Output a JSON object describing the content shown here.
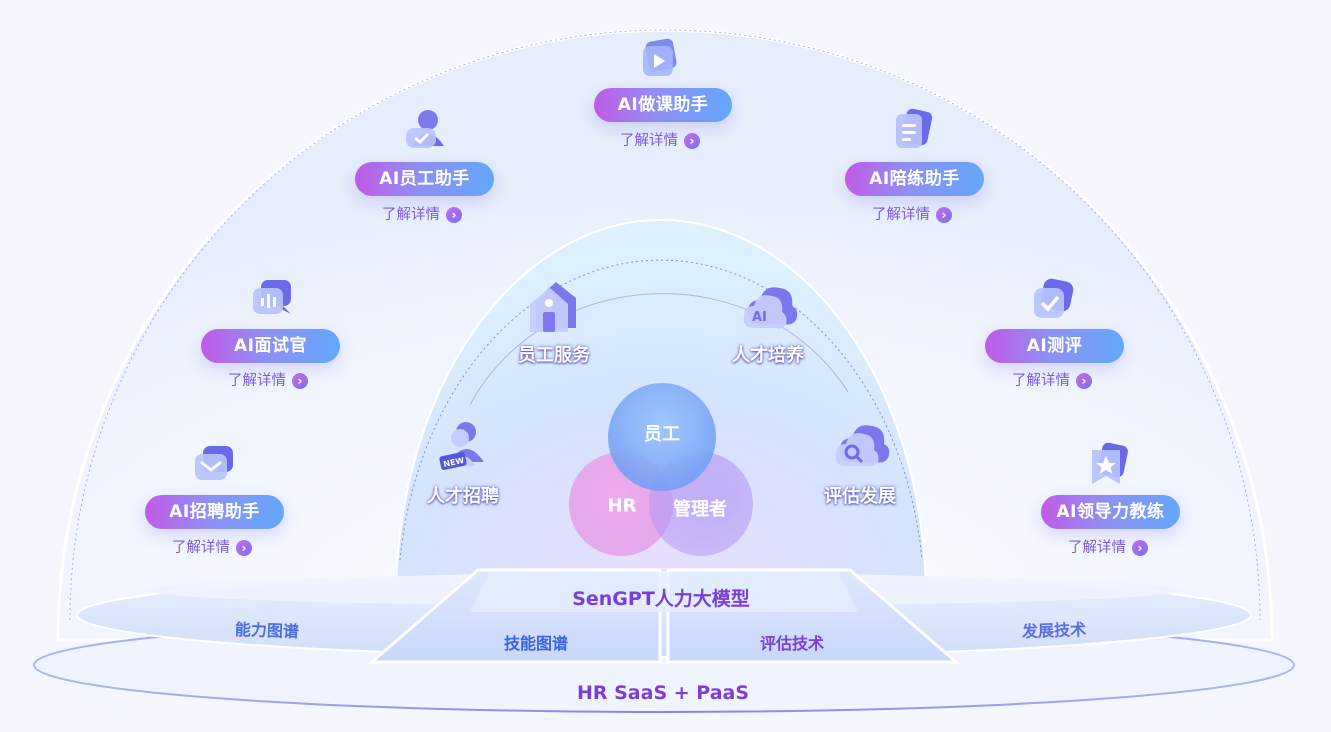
{
  "colors": {
    "accent_purple": "#7a3fd6",
    "accent_blue": "#3a64e0",
    "pill_start": "#c05be6",
    "pill_end": "#63a8fb"
  },
  "ai_assistants": [
    {
      "label": "AI做课助手",
      "more": "了解详情",
      "icon": "video-play-icon"
    },
    {
      "label": "AI员工助手",
      "more": "了解详情",
      "icon": "user-icon"
    },
    {
      "label": "AI陪练助手",
      "more": "了解详情",
      "icon": "document-icon"
    },
    {
      "label": "AI面试官",
      "more": "了解详情",
      "icon": "voice-chat-icon"
    },
    {
      "label": "AI测评",
      "more": "了解详情",
      "icon": "checkmark-icon"
    },
    {
      "label": "AI招聘助手",
      "more": "了解详情",
      "icon": "message-icon"
    },
    {
      "label": "AI领导力教练",
      "more": "了解详情",
      "icon": "star-badge-icon"
    }
  ],
  "inner_modules": [
    {
      "label": "员工服务",
      "icon": "house-icon"
    },
    {
      "label": "人才培养",
      "icon": "ai-cloud-icon"
    },
    {
      "label": "人才招聘",
      "icon": "new-user-icon"
    },
    {
      "label": "评估发展",
      "icon": "search-cloud-icon"
    }
  ],
  "venn": {
    "top": "员工",
    "left": "HR",
    "right": "管理者"
  },
  "platform": {
    "model": "SenGPT人力大模型",
    "capabilities": [
      "能力图谱",
      "技能图谱",
      "评估技术",
      "发展技术"
    ],
    "base": "HR SaaS + PaaS"
  }
}
